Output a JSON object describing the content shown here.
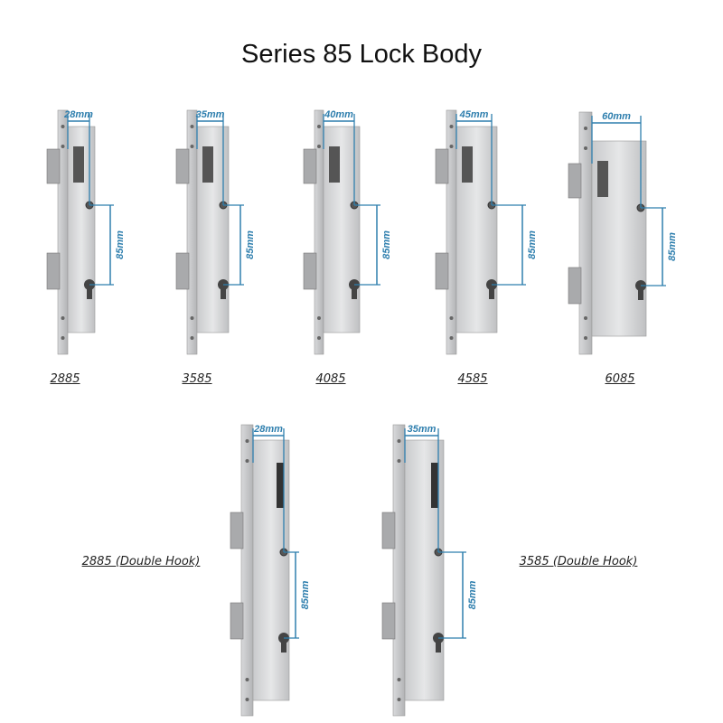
{
  "title": "Series 85 Lock Body",
  "accent_color": "#2f7fae",
  "locks": [
    {
      "model": "2885",
      "backset": "28mm",
      "distance": "85mm"
    },
    {
      "model": "3585",
      "backset": "35mm",
      "distance": "85mm"
    },
    {
      "model": "4085",
      "backset": "40mm",
      "distance": "85mm"
    },
    {
      "model": "4585",
      "backset": "45mm",
      "distance": "85mm"
    },
    {
      "model": "6085",
      "backset": "60mm",
      "distance": "85mm"
    },
    {
      "model": "2885 (Double Hook)",
      "backset": "28mm",
      "distance": "85mm"
    },
    {
      "model": "3585 (Double Hook)",
      "backset": "35mm",
      "distance": "85mm"
    }
  ]
}
